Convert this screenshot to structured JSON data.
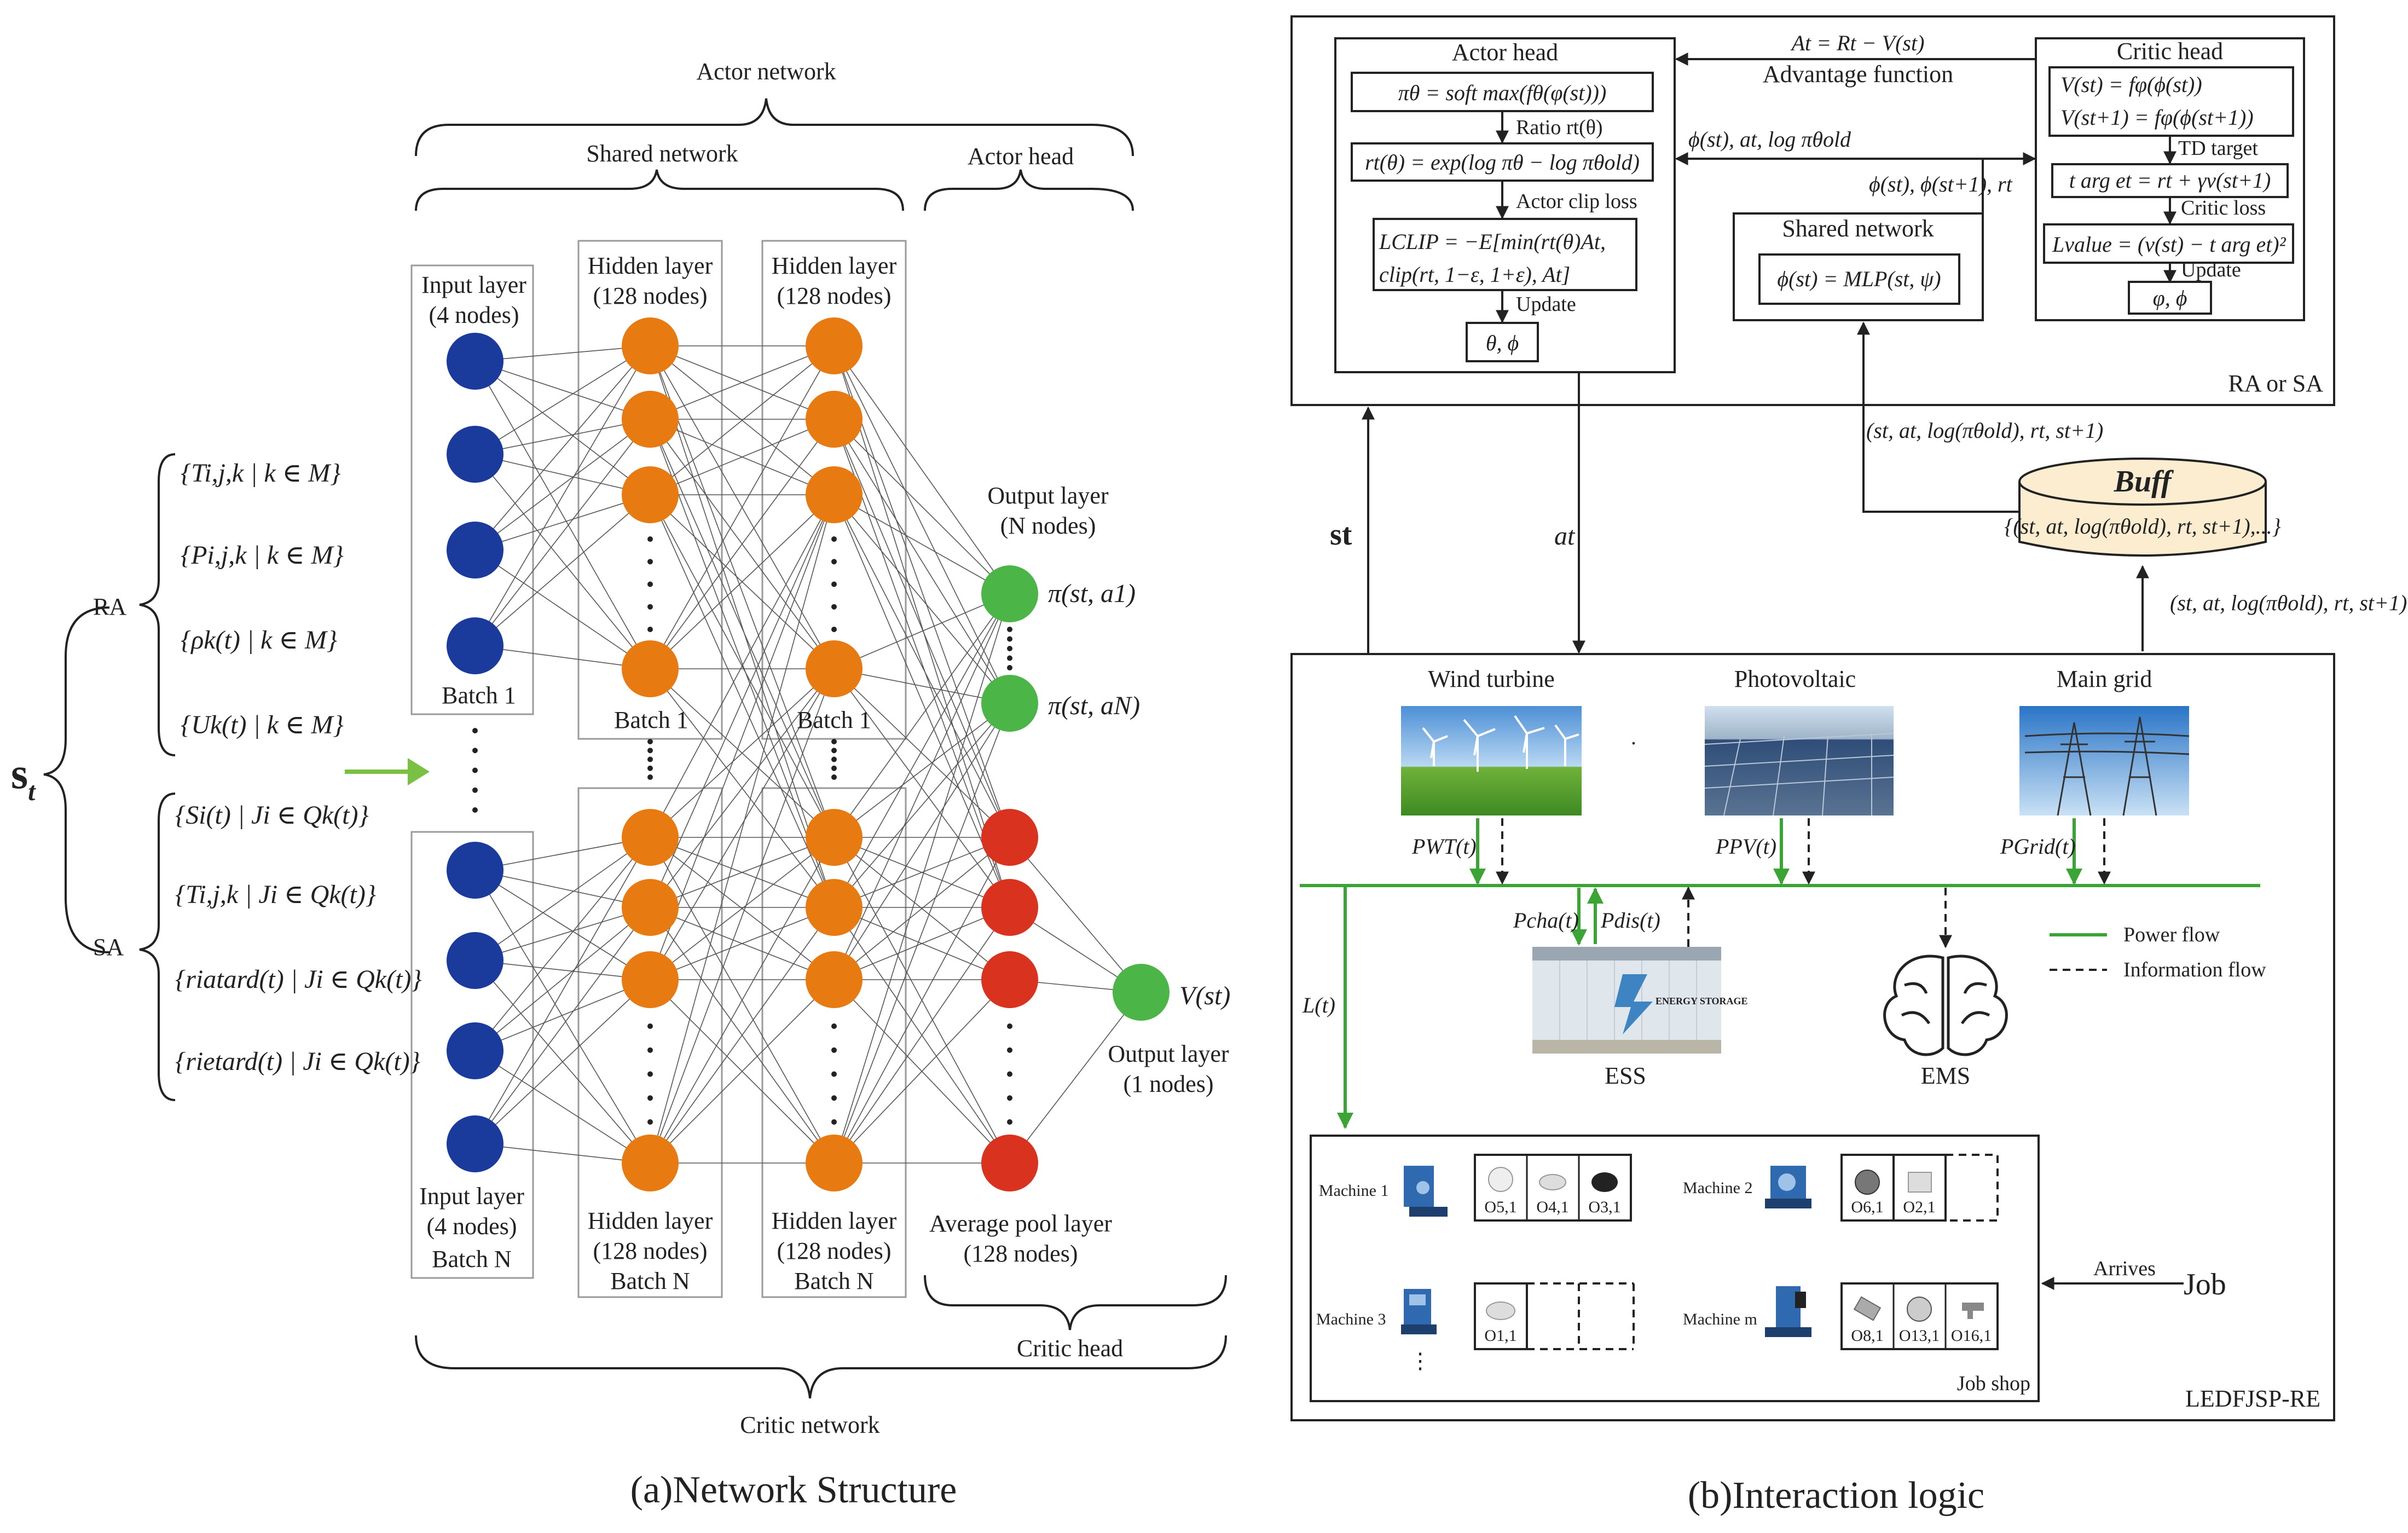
{
  "left": {
    "caption": "(a)Network Structure",
    "actor_network": "Actor network",
    "shared_network": "Shared network",
    "actor_head": "Actor head",
    "critic_head": "Critic head",
    "critic_network": "Critic network",
    "state_symbol": "s",
    "state_sub": "t",
    "ra": "RA",
    "sa": "SA",
    "ra_sets": [
      "{Ti,j,k | k ∈ M}",
      "{Pi,j,k | k ∈ M}",
      "{ρk(t) | k ∈ M}",
      "{Uk(t) | k ∈ M}"
    ],
    "sa_sets": [
      "{Si(t) | Ji ∈ Qk(t)}",
      "{Ti,j,k | Ji ∈ Qk(t)}",
      "{riatard(t) | Ji ∈ Qk(t)}",
      "{rietard(t) | Ji ∈ Qk(t)}"
    ],
    "input_top": [
      "Input layer",
      "(4 nodes)"
    ],
    "input_bottom": [
      "Input layer",
      "(4 nodes)",
      "Batch N"
    ],
    "hidden_top": [
      "Hidden layer",
      "(128 nodes)"
    ],
    "hidden_bottom": [
      "Hidden layer",
      "(128 nodes)",
      "Batch N"
    ],
    "batch1": "Batch 1",
    "output_top": [
      "Output layer",
      "(N nodes)"
    ],
    "pi1": "π(st, a1)",
    "piN": "π(st, aN)",
    "avgpool": [
      "Average pool layer",
      "(128 nodes)"
    ],
    "output_value": [
      "Output layer",
      "(1 nodes)"
    ],
    "value": "V(st)",
    "colors": {
      "input": "#1a3a9c",
      "hidden": "#e87a12",
      "output": "#4cb548",
      "pool": "#d93320",
      "arrow": "#7ac143"
    }
  },
  "right": {
    "caption": "(b)Interaction logic",
    "actor_head": "Actor head",
    "actor_eq1": "πθ = soft max(fθ(φ(st)))",
    "ratio": "Ratio rt(θ)",
    "actor_eq2": "rt(θ) = exp(log πθ − log πθold)",
    "clip_loss": "Actor clip loss",
    "actor_eq3a": "LCLIP = −E[min(rt(θ)At,",
    "actor_eq3b": "clip(rt, 1−ε, 1+ε), At]",
    "update": "Update",
    "actor_params": "θ, ϕ",
    "adv_eq": "At = Rt − V(st)",
    "adv_label": "Advantage function",
    "mid_tuple": "ϕ(st), at, log πθold",
    "mid_tuple2": "ϕ(st), ϕ(st+1), rt",
    "shared_network": "Shared network",
    "shared_eq": "ϕ(st) = MLP(st, ψ)",
    "critic_head": "Critic head",
    "critic_eq1": "V(st) = fφ(ϕ(st))",
    "critic_eq2": "V(st+1) = fφ(ϕ(st+1))",
    "td_target": "TD target",
    "critic_eq3": "t arg et = rt + γv(st+1)",
    "critic_loss": "Critic loss",
    "critic_eq4": "Lvalue = (v(st) − t arg et)²",
    "critic_update": "Update",
    "critic_params": "φ, ϕ",
    "ra_or_sa": "RA  or SA",
    "buff": "Buff",
    "buff_content": "{(st, at, log(πθold), rt, st+1),...}",
    "tuple_top": "(st, at, log(πθold), rt, st+1)",
    "tuple_side": "(st, at, log(πθold), rt, st+1)",
    "st": "st",
    "at": "at",
    "wind": "Wind turbine",
    "pv": "Photovoltaic",
    "grid": "Main grid",
    "pwt": "PWT(t)",
    "ppv": "PPV(t)",
    "pgrid": "PGrid(t)",
    "pcha": "Pcha(t)",
    "pdis": "Pdis(t)",
    "lt": "L(t)",
    "ess": "ESS",
    "ess_sign": "ENERGY STORAGE",
    "ems": "EMS",
    "power_flow": "Power flow",
    "info_flow": "Information flow",
    "machines": [
      "Machine 1",
      "Machine 2",
      "Machine 3",
      "Machine m"
    ],
    "ops": [
      "O5,1",
      "O4,1",
      "O3,1",
      "O6,1",
      "O2,1",
      "O1,1",
      "O8,1",
      "O13,1",
      "O16,1"
    ],
    "job_shop": "Job shop",
    "arrives": "Arrives",
    "job": "Job",
    "ledfjsp": "LEDFJSP-RE",
    "colors": {
      "power": "#3aa535"
    }
  }
}
